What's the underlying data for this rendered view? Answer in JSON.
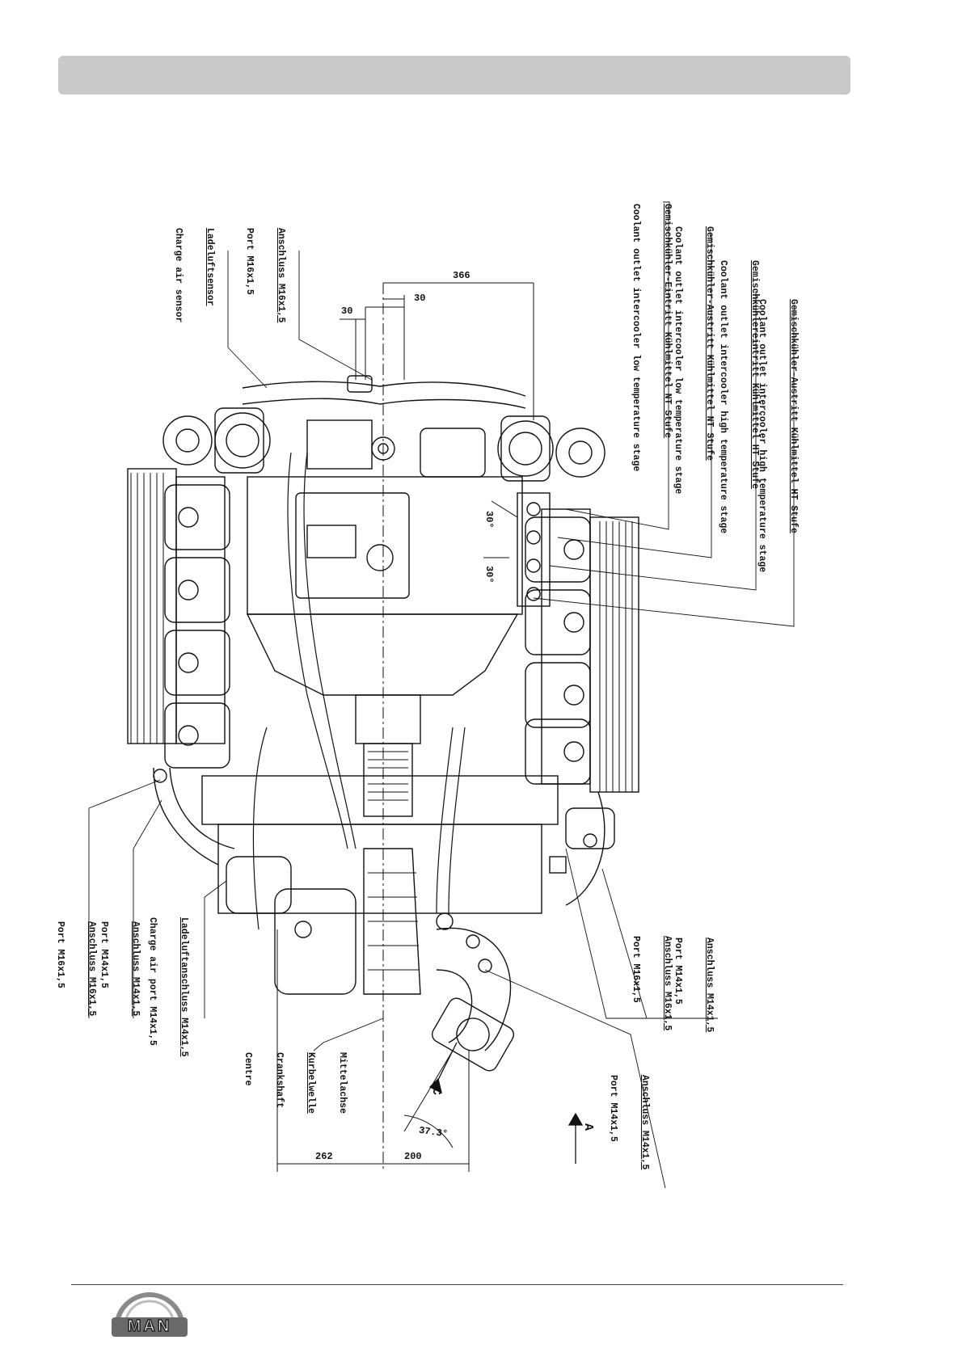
{
  "callouts": {
    "ht_outlet": {
      "de": "Gemischkühler-Austritt Kühlmittel HT Stufe",
      "en": "Coolant outlet intercooler high temperature stage"
    },
    "ht_inlet": {
      "de": "Gemischkühlereintritt Kühlmittel HT Stufe",
      "en": "Coolant outlet intercooler high temperature stage"
    },
    "nt_outlet": {
      "de": "Gemischkühler-Austritt Kühlmittel NT Stufe",
      "en": "Coolant outlet intercooler low temperature stage"
    },
    "nt_inlet": {
      "de": "Gemischkühler-Eintritt Kühlmittel NT Stufe",
      "en": "Coolant outlet intercooler low temperature stage"
    },
    "port_m16_top": {
      "de": "Anschluss M16x1,5",
      "en": "Port M16x1,5"
    },
    "charge_air_sensor": {
      "de": "Ladeluftsensor",
      "en": "Charge air sensor"
    },
    "port_m14_right1": {
      "de": "Anschluss M14x1,5",
      "en": "Port M14x1,5"
    },
    "port_m16_right": {
      "de": "Anschluss M16x1,5",
      "en": "Port M16x1,5"
    },
    "port_m14_right2": {
      "de": "Anschluss M14x1,5",
      "en": "Port M14x1,5"
    },
    "crankshaft": {
      "de": "Mittelachse",
      "de2": "Kurbelwelle",
      "en": "Crankshaft",
      "en2": "Centre"
    },
    "charge_air_port": {
      "de": "Ladeluftanschluss M14x1,5",
      "en": "Charge air port M14x1,5"
    },
    "port_m14_left": {
      "de": "Anschluss M14x1,5",
      "en": "Port M14x1,5"
    },
    "port_m16_left": {
      "de": "Anschluss M16x1,5",
      "en": "Port M16x1,5"
    }
  },
  "dimensions": {
    "d366": "366",
    "d30a": "30",
    "d30b": "30",
    "d262": "262",
    "d200": "200",
    "angle_30a": "30°",
    "angle_30b": "30°",
    "angle_373": "37.3°",
    "view_a": "A",
    "view_c": "C"
  },
  "logo": {
    "text": "MAN"
  },
  "colors": {
    "header": "#c9c9c9",
    "ink": "#111111"
  }
}
